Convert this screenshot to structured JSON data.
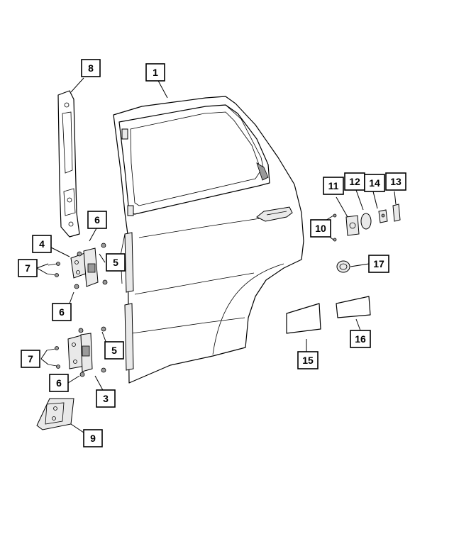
{
  "callouts": [
    {
      "label": "1"
    },
    {
      "label": "8"
    },
    {
      "label": "6"
    },
    {
      "label": "4"
    },
    {
      "label": "5"
    },
    {
      "label": "7"
    },
    {
      "label": "6"
    },
    {
      "label": "5"
    },
    {
      "label": "7"
    },
    {
      "label": "6"
    },
    {
      "label": "3"
    },
    {
      "label": "9"
    },
    {
      "label": "11"
    },
    {
      "label": "12"
    },
    {
      "label": "14"
    },
    {
      "label": "13"
    },
    {
      "label": "10"
    },
    {
      "label": "17"
    },
    {
      "label": "15"
    },
    {
      "label": "16"
    }
  ]
}
